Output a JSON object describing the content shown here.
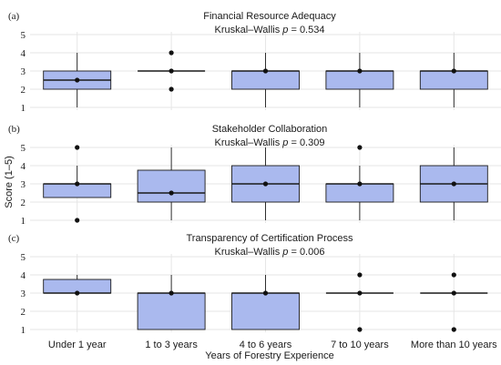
{
  "chart_data": [
    {
      "panel_label": "(a)",
      "type": "box",
      "title": "Financial Resource Adequacy",
      "stat_prefix": "Kruskal–Wallis ",
      "stat_p": "p",
      "stat_value": " = 0.534",
      "ylim": [
        1,
        5
      ],
      "yticks": [
        "1",
        "2",
        "3",
        "4",
        "5"
      ],
      "boxes": [
        {
          "category": "Under 1 year",
          "whisker_low": 1,
          "q1": 2,
          "median": 2.5,
          "q3": 3,
          "whisker_high": 4,
          "points": [
            2.5
          ]
        },
        {
          "category": "1 to 3 years",
          "whisker_low": 3,
          "q1": 3,
          "median": 3,
          "q3": 3,
          "whisker_high": 3,
          "points": [
            4,
            3,
            2
          ]
        },
        {
          "category": "4 to 6 years",
          "whisker_low": 1,
          "q1": 2,
          "median": 3,
          "q3": 3,
          "whisker_high": 4,
          "points": [
            3
          ]
        },
        {
          "category": "7 to 10 years",
          "whisker_low": 1,
          "q1": 2,
          "median": 3,
          "q3": 3,
          "whisker_high": 4,
          "points": [
            3
          ]
        },
        {
          "category": "More than 10 years",
          "whisker_low": 1,
          "q1": 2,
          "median": 3,
          "q3": 3,
          "whisker_high": 4,
          "points": [
            3
          ]
        }
      ]
    },
    {
      "panel_label": "(b)",
      "type": "box",
      "title": "Stakeholder Collaboration",
      "stat_prefix": "Kruskal–Wallis ",
      "stat_p": "p",
      "stat_value": " = 0.309",
      "ylim": [
        1,
        5
      ],
      "yticks": [
        "1",
        "2",
        "3",
        "4",
        "5"
      ],
      "boxes": [
        {
          "category": "Under 1 year",
          "whisker_low": 2.25,
          "q1": 2.25,
          "median": 3,
          "q3": 3,
          "whisker_high": 4,
          "points": [
            5,
            3,
            1
          ]
        },
        {
          "category": "1 to 3 years",
          "whisker_low": 1,
          "q1": 2,
          "median": 2.5,
          "q3": 3.75,
          "whisker_high": 5,
          "points": [
            2.5
          ]
        },
        {
          "category": "4 to 6 years",
          "whisker_low": 1,
          "q1": 2,
          "median": 3,
          "q3": 4,
          "whisker_high": 5,
          "points": [
            3
          ]
        },
        {
          "category": "7 to 10 years",
          "whisker_low": 1,
          "q1": 2,
          "median": 3,
          "q3": 3,
          "whisker_high": 4,
          "points": [
            5,
            3
          ]
        },
        {
          "category": "More than 10 years",
          "whisker_low": 1,
          "q1": 2,
          "median": 3,
          "q3": 4,
          "whisker_high": 5,
          "points": [
            3
          ]
        }
      ]
    },
    {
      "panel_label": "(c)",
      "type": "box",
      "title": "Transparency of Certification Process",
      "stat_prefix": "Kruskal–Wallis ",
      "stat_p": "p",
      "stat_value": " = 0.006",
      "ylim": [
        1,
        5
      ],
      "yticks": [
        "1",
        "2",
        "3",
        "4",
        "5"
      ],
      "boxes": [
        {
          "category": "Under 1 year",
          "whisker_low": 3,
          "q1": 3,
          "median": 3,
          "q3": 3.75,
          "whisker_high": 4,
          "points": [
            3
          ]
        },
        {
          "category": "1 to 3 years",
          "whisker_low": 1,
          "q1": 1,
          "median": 3,
          "q3": 3,
          "whisker_high": 4,
          "points": [
            3
          ]
        },
        {
          "category": "4 to 6 years",
          "whisker_low": 1,
          "q1": 1,
          "median": 3,
          "q3": 3,
          "whisker_high": 4,
          "points": [
            3
          ]
        },
        {
          "category": "7 to 10 years",
          "whisker_low": 3,
          "q1": 3,
          "median": 3,
          "q3": 3,
          "whisker_high": 3,
          "points": [
            4,
            3,
            1
          ]
        },
        {
          "category": "More than 10 years",
          "whisker_low": 3,
          "q1": 3,
          "median": 3,
          "q3": 3,
          "whisker_high": 3,
          "points": [
            4,
            3,
            1
          ]
        }
      ]
    }
  ],
  "categories": [
    "Under 1 year",
    "1 to 3 years",
    "4 to 6 years",
    "7 to 10 years",
    "More than 10 years"
  ],
  "xlabel": "Years of Forestry Experience",
  "ylabel": "Score (1–5)",
  "colors": {
    "box_fill": "#aab9ee",
    "stroke": "#1a1a1a",
    "grid": "#e6e6e6",
    "text": "#1a1a1a"
  }
}
